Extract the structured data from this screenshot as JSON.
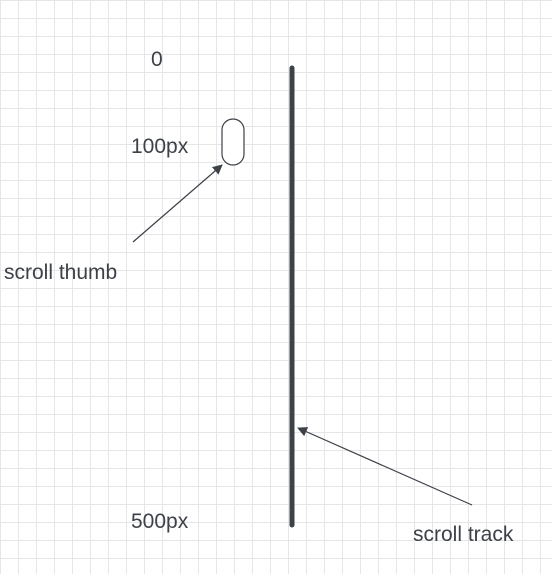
{
  "labels": {
    "zero": "0",
    "px100": "100px",
    "px500": "500px",
    "scroll_thumb": "scroll thumb",
    "scroll_track": "scroll track"
  },
  "colors": {
    "background": "#ffffff",
    "grid": "#e6e6e6",
    "stroke": "#3d4148",
    "text": "#3d4148"
  },
  "icons": {
    "track": "scroll-track-line",
    "thumb": "scroll-thumb-pill",
    "arrow": "arrowhead"
  }
}
